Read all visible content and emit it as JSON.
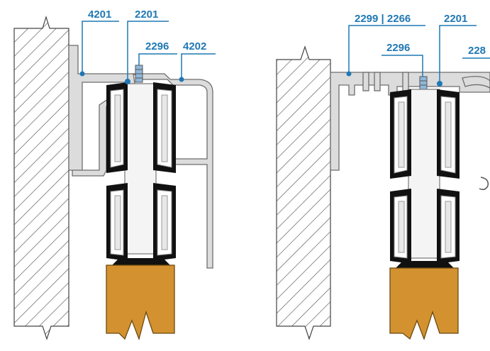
{
  "colors": {
    "accent": "#1f78b4",
    "profile_fill": "#dcdcdc",
    "profile_stroke": "#6e6e6e",
    "wheel_body": "#ffffff",
    "wheel_outline": "#111111",
    "wood": "#d3922f",
    "hatch": "#555555"
  },
  "left_detail": {
    "labels": {
      "a": "4201",
      "b": "2201",
      "c": "2296",
      "d": "4202"
    }
  },
  "right_detail": {
    "labels": {
      "a": "2299 | 2266",
      "b": "2201",
      "c": "2296",
      "d": "228"
    }
  }
}
